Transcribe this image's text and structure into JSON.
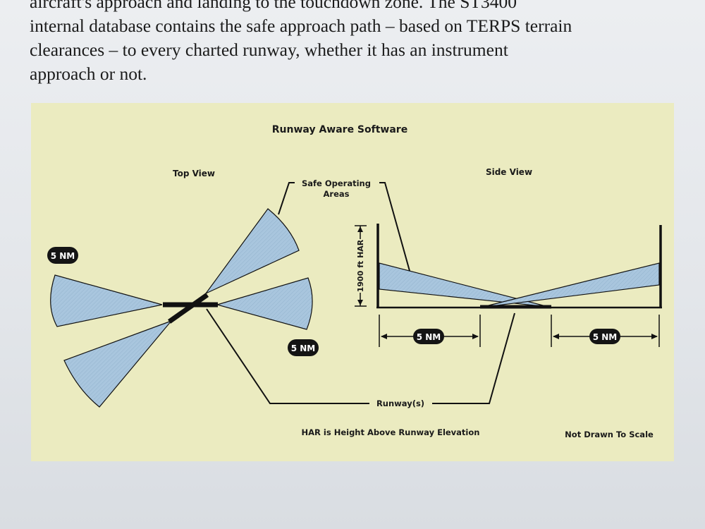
{
  "paragraph": {
    "lines": [
      "aircraft's approach and landing to the touchdown zone.  The ST3400",
      "internal database contains the safe approach path – based on TERPS terrain",
      "clearances – to every charted runway, whether it has an instrument",
      "approach or not."
    ]
  },
  "figure": {
    "title": "Runway Aware Software",
    "top_view_label": "Top View",
    "side_view_label": "Side View",
    "safe_areas_label_line1": "Safe Operating",
    "safe_areas_label_line2": "Areas",
    "har_label": "1900 ft HAR",
    "badge_label": "5 NM",
    "runways_label": "Runway(s)",
    "har_note": "HAR is Height Above Runway Elevation",
    "scale_note": "Not Drawn To Scale",
    "colors": {
      "background": "#ebebc0",
      "area_fill": "#a9c6de",
      "ink": "#111111"
    }
  }
}
